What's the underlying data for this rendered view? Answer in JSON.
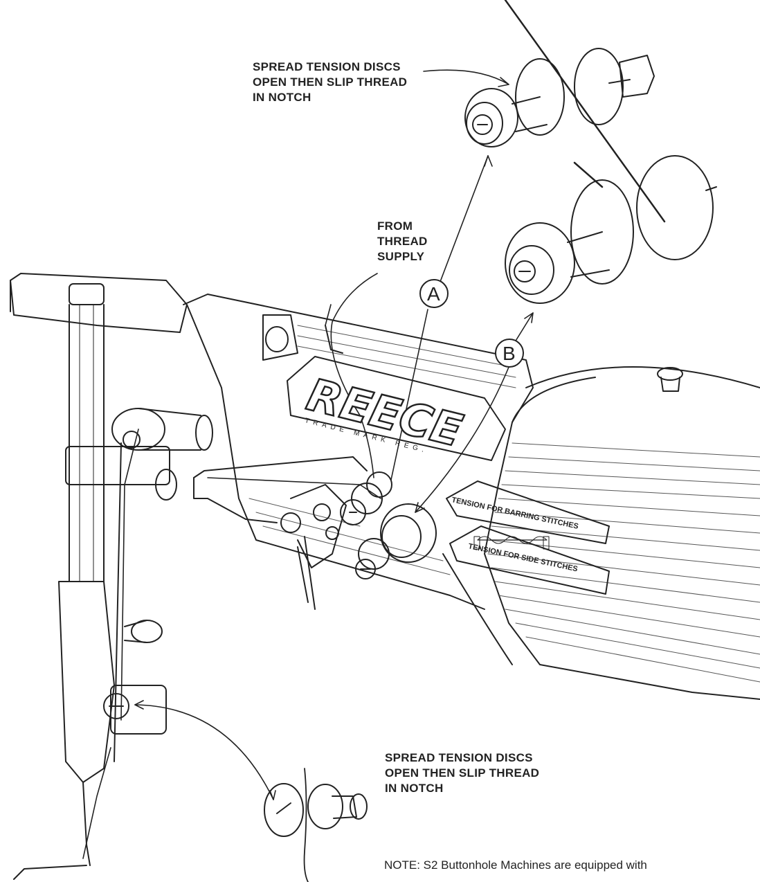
{
  "callouts": {
    "top_tension": "SPREAD TENSION DISCS\nOPEN THEN SLIP THREAD\nIN NOTCH",
    "bottom_tension": "SPREAD TENSION DISCS\nOPEN THEN SLIP THREAD\nIN NOTCH",
    "thread_supply": "FROM\nTHREAD\nSUPPLY"
  },
  "markers": {
    "a": "A",
    "b": "B"
  },
  "nameplate": {
    "brand": "REECE",
    "trademark": "TRADE MARK REG."
  },
  "plates": {
    "barring": "TENSION FOR BARRING STITCHES",
    "side": "TENSION FOR SIDE STITCHES"
  },
  "note": "NOTE: S2 Buttonhole Machines are equipped with"
}
